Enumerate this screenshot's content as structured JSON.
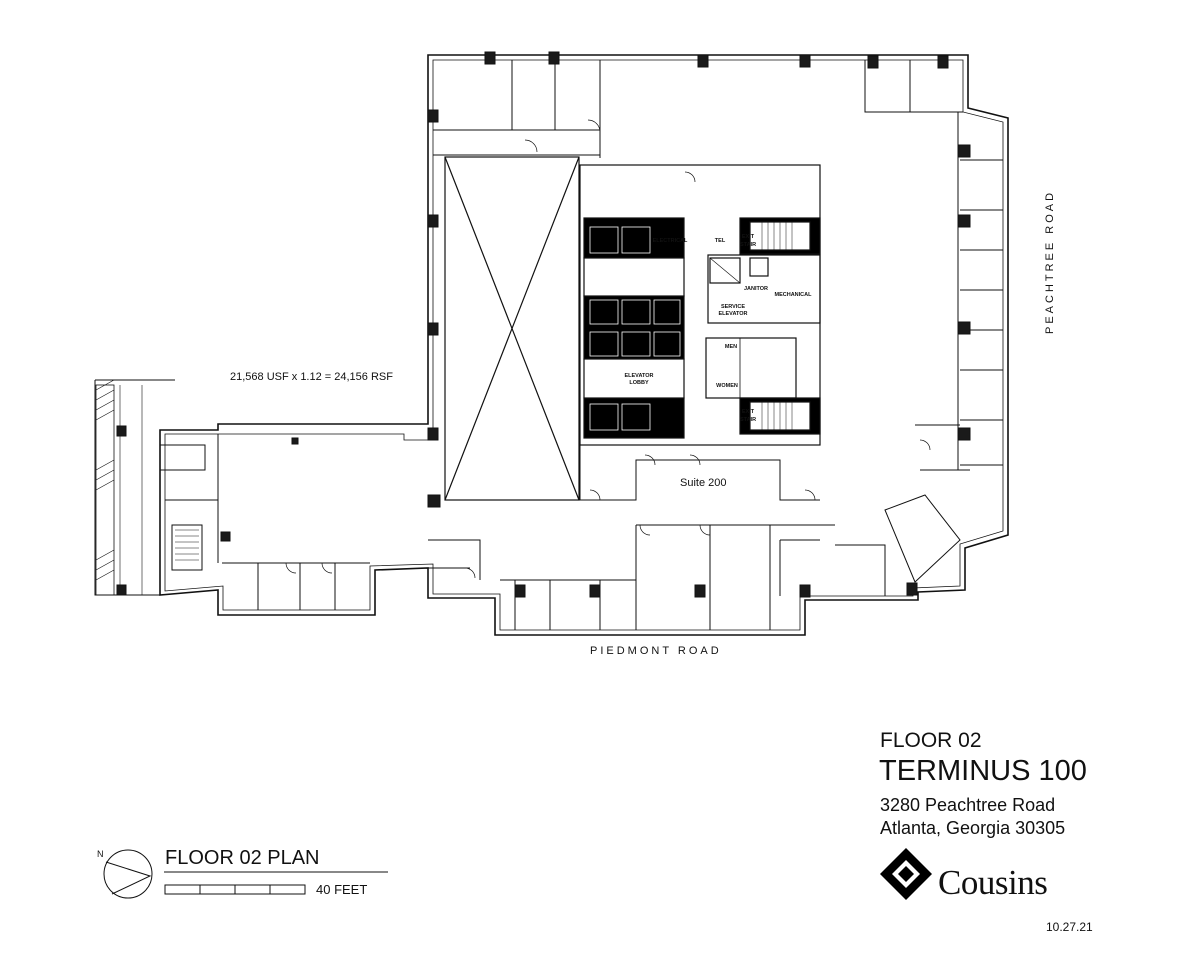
{
  "title_block": {
    "floor_label": "FLOOR 02",
    "building_name": "TERMINUS 100",
    "address_line1": "3280 Peachtree Road",
    "address_line2": "Atlanta, Georgia 30305",
    "brand": "Cousins",
    "date": "10.27.21"
  },
  "legend": {
    "plan_title": "FLOOR 02 PLAN",
    "scale_text": "40 FEET",
    "north_letter": "N"
  },
  "plan": {
    "area_note": "21,568 USF x 1.12 = 24,156 RSF",
    "suite": "Suite 200",
    "street_bottom": "PIEDMONT ROAD",
    "street_right": "PEACHTREE ROAD",
    "rooms": {
      "electrical": "ELECTRICAL",
      "tel": "TEL",
      "exit_stair_1": "EXIT",
      "exit_stair_1b": "STAIR",
      "janitor": "JANITOR",
      "mechanical": "MECHANICAL",
      "service": "SERVICE",
      "service_b": "ELEVATOR",
      "men": "MEN",
      "women": "WOMEN",
      "elevator": "ELEVATOR",
      "elevator_b": "LOBBY",
      "exit_stair_2": "EXIT",
      "exit_stair_2b": "STAIR"
    }
  },
  "colors": {
    "ink": "#111111",
    "column": "#1a1a1a",
    "shaft": "#000000"
  }
}
